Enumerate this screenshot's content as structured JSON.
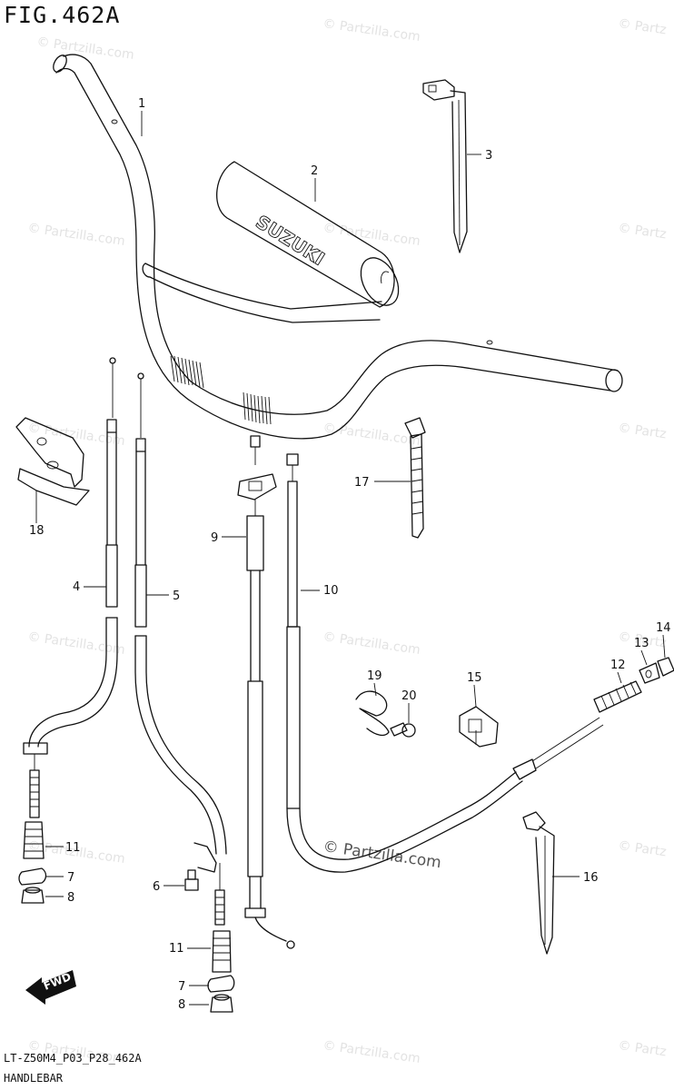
{
  "figure": {
    "title": "FIG.462A",
    "drawing_code": "LT-Z50M4_P03_P28_462A",
    "section_name": "HANDLEBAR",
    "pad_brand": "SUZUKI",
    "direction_label": "FWD"
  },
  "watermark": {
    "text": "© Partzilla.com",
    "edge_text": "© Partz"
  },
  "callouts": {
    "c1": "1",
    "c2": "2",
    "c3": "3",
    "c4": "4",
    "c5": "5",
    "c6": "6",
    "c7a": "7",
    "c7b": "7",
    "c8a": "8",
    "c8b": "8",
    "c9": "9",
    "c10": "10",
    "c11a": "11",
    "c11b": "11",
    "c12": "12",
    "c13": "13",
    "c14": "14",
    "c15": "15",
    "c16": "16",
    "c17": "17",
    "c18": "18",
    "c19": "19",
    "c20": "20"
  }
}
